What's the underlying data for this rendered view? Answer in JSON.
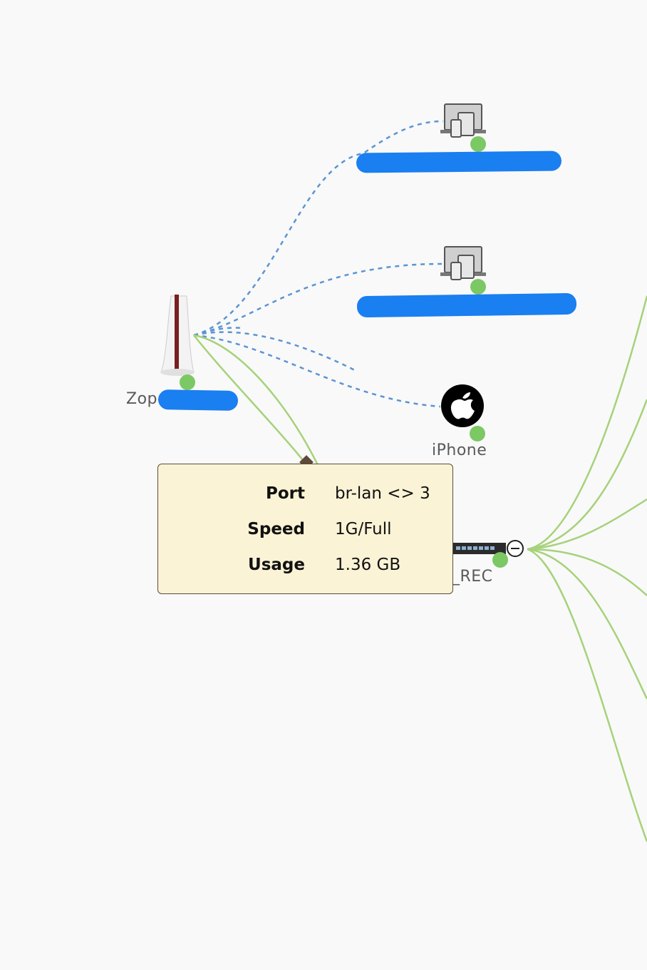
{
  "nodes": {
    "router": {
      "label_prefix": "Zop",
      "icon": "router-icon"
    },
    "device_1": {
      "icon": "devices-icon"
    },
    "device_2": {
      "icon": "devices-icon"
    },
    "iphone": {
      "label": "iPhone",
      "icon": "apple-icon"
    },
    "switch": {
      "label_suffix": "_REC",
      "icon": "switch-icon"
    }
  },
  "tooltip": {
    "rows": [
      {
        "key": "Port",
        "value": "br-lan <> 3"
      },
      {
        "key": "Speed",
        "value": "1G/Full"
      },
      {
        "key": "Usage",
        "value": "1.36 GB"
      }
    ]
  },
  "colors": {
    "wired_link": "#a6d27a",
    "wireless_link": "#5b95d1",
    "status_online": "#7cc864",
    "tooltip_bg": "#fbf3d5",
    "redaction": "#1a7ff0"
  }
}
